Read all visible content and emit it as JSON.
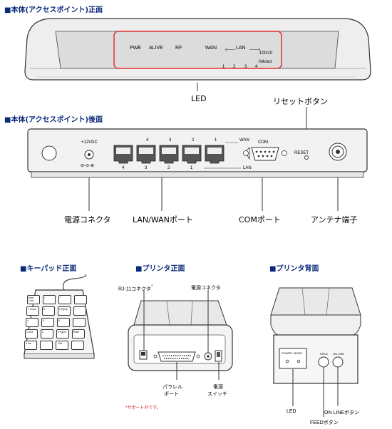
{
  "front_title": "■本体(アクセスポイント)正面",
  "front_leds": {
    "pwe": "PWE",
    "alive": "ALIVE",
    "rf": "RF",
    "wan": "WAN",
    "lan": "LAN",
    "speed": "100/10",
    "linkact": "link/act",
    "port1": "1",
    "port2": "2",
    "port3": "3",
    "port4": "4"
  },
  "front_led_label": "LED",
  "reset_label": "リセットボタン",
  "rear_title": "■本体(アクセスポイント)後面",
  "rear": {
    "power_spec": "+12VDC",
    "top_ports": [
      "4",
      "3",
      "2",
      "1"
    ],
    "wan_tag": "WAN",
    "com_tag": "COM",
    "reset_tag": "RESET",
    "bottom_ports": [
      "4",
      "3",
      "2",
      "1"
    ],
    "lan_tag": "LAN"
  },
  "rear_labels": {
    "power_connector": "電源コネクタ",
    "lan_wan_port": "LAN/WANポート",
    "com_port": "COMポート",
    "antenna": "アンテナ端子"
  },
  "keypad_title": "■キーパッド正面",
  "keypad_keys": [
    "Num Lock",
    "/",
    "*",
    "-",
    "7 Home",
    "8",
    "9 PgUp",
    "+",
    "4",
    "5",
    "6",
    "",
    "1 End",
    "2",
    "3 PgDn",
    "Enter",
    "0 Ins",
    "",
    ". Del",
    ""
  ],
  "printer_front_title": "■プリンタ正面",
  "printer_front": {
    "rj11_label": "RJ-11コネクタ",
    "rj11_mark": "*",
    "power_connector_label": "電源コネクタ",
    "parallel_label_1": "パラレル",
    "parallel_label_2": "ポート",
    "switch_label_1": "電源",
    "switch_label_2": "スイッチ",
    "note": "*サポート外です。"
  },
  "printer_back_title": "■プリンタ背面",
  "printer_back": {
    "power_tag": "POWER",
    "mode_tag": "MODE",
    "feed_tag": "FEED",
    "online_tag": "ON LINE",
    "led_label": "LED",
    "feed_label": "FEEDボタン",
    "online_label": "ON LINEボタン"
  }
}
